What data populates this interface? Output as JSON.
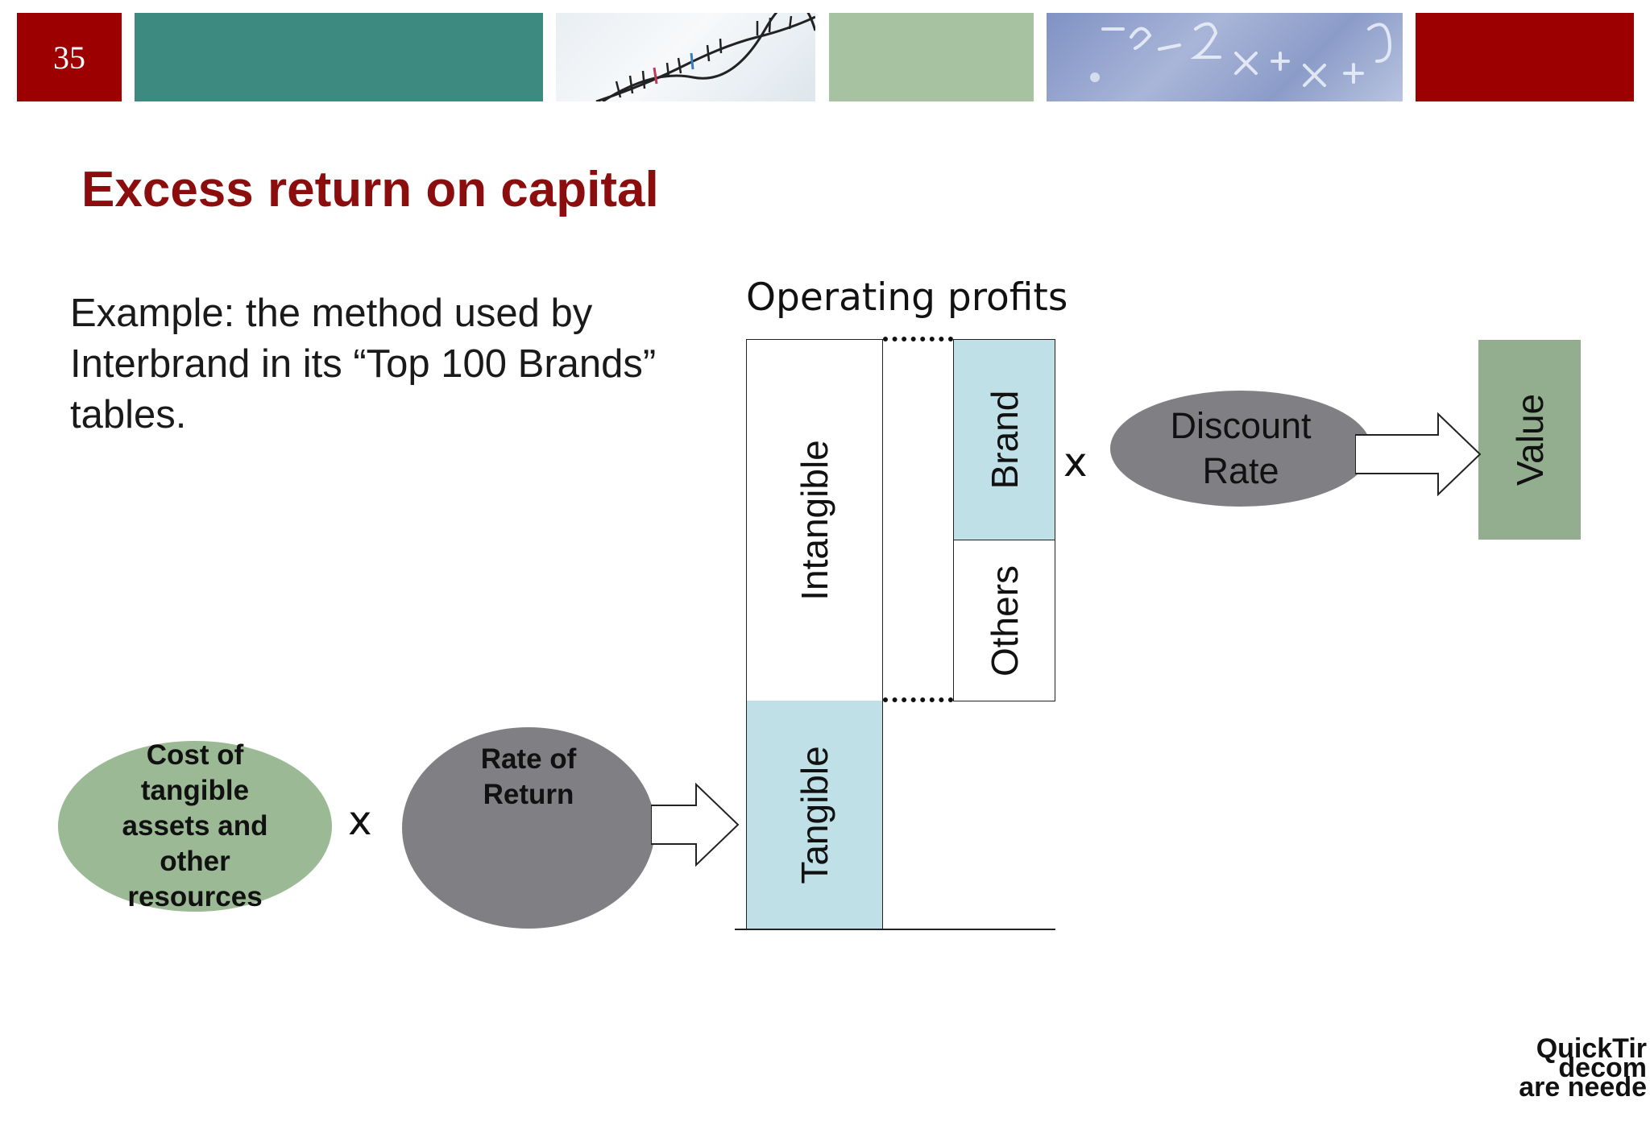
{
  "header": {
    "slide_number": "35"
  },
  "slide": {
    "title": "Excess return on capital",
    "example_text": "Example: the method used by Interbrand in its “Top 100 Brands” tables."
  },
  "diagram": {
    "operating_profits": "Operating profits",
    "intangible": "Intangible",
    "tangible": "Tangible",
    "brand": "Brand",
    "others": "Others",
    "value": "Value",
    "discount_rate_line1": "Discount",
    "discount_rate_line2": "Rate",
    "multiply_symbol": "x",
    "cost_lines": [
      "Cost of",
      "tangible",
      "assets and",
      "other",
      "resources"
    ],
    "rate_lines": [
      "Rate of",
      "Return"
    ]
  },
  "watermark": {
    "line1": "QuickTime™ and a decompressor",
    "line2": "are needed to see this picture.",
    "visible_line1": "QuickTir",
    "visible_line1b": "decom",
    "visible_line2": "are neede"
  },
  "colors": {
    "crimson": "#9c0000",
    "teal": "#3c8a80",
    "sage": "#a7c2a0",
    "title_red": "#8b0d0d",
    "light_blue": "#bfe0e6",
    "gray": "#807f84",
    "green": "#9ab994"
  }
}
